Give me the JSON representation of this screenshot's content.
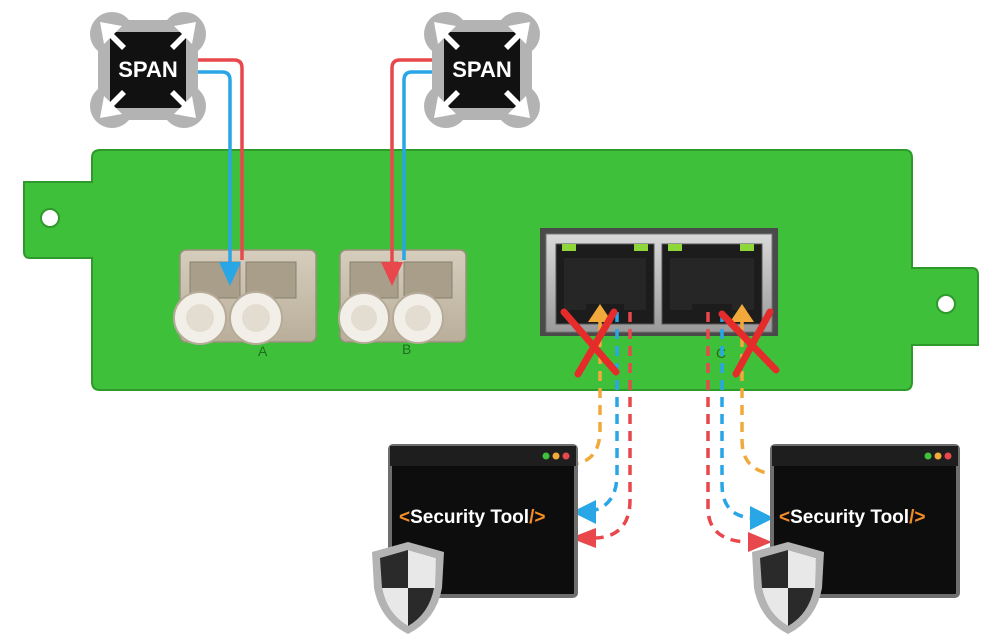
{
  "span_label": "SPAN",
  "port_labels": [
    "A",
    "B",
    "C"
  ],
  "tool_label": "Security Tool",
  "tool_bracket_open": "<",
  "tool_bracket_close": "/>",
  "colors": {
    "board": "#3fc03a",
    "board_edge": "#2e9a2b",
    "span_tile": "#b3b3b3",
    "span_core": "#111111",
    "tx_line": "#e8474c",
    "rx_line": "#29a6e6",
    "orange_line": "#f2a93b",
    "cross": "#e62b2b",
    "tool_bg": "#0d0d0d",
    "tool_frame": "#6e6e6e",
    "bracket": "#f28c28",
    "window_dots": [
      "#3ec23b",
      "#f2a93b",
      "#e8474c"
    ]
  },
  "icons": [
    "span-tap-icon",
    "security-shield-icon",
    "blocked-x-icon",
    "fiber-lc-port",
    "rj45-port"
  ]
}
